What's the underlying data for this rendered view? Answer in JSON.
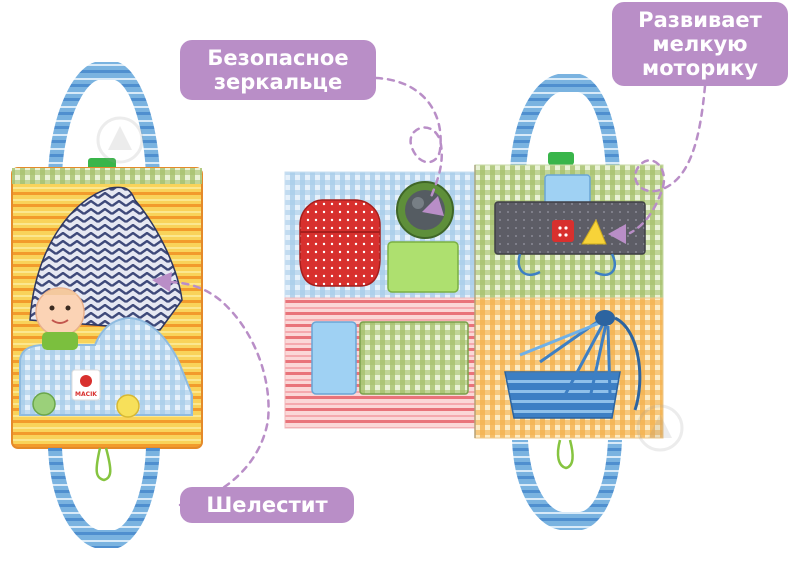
{
  "labels": {
    "mirror": [
      "Безопасное",
      "зеркальце"
    ],
    "motor": [
      "Развивает",
      "мелкую",
      "моторику"
    ],
    "rustle": [
      "Шелестит"
    ]
  },
  "brand_tag": "MACIK",
  "colors": {
    "label_bg": "#b98ec7",
    "dash_line": "#b98ec7",
    "blue_fabric": "#7ab3e0",
    "yellow_fabric": "#f7c948",
    "gingham_blue": "#a9cdea",
    "gingham_green": "#a6c26e",
    "gingham_orange": "#f4b14f",
    "red_patch": "#d8302e",
    "felt_gray": "#5d5d66",
    "chevron_navy": "#3f4a7a"
  },
  "icons": [
    "mirror-icon",
    "button-icon",
    "bag-icon",
    "tassel-icon",
    "handle-icon"
  ]
}
